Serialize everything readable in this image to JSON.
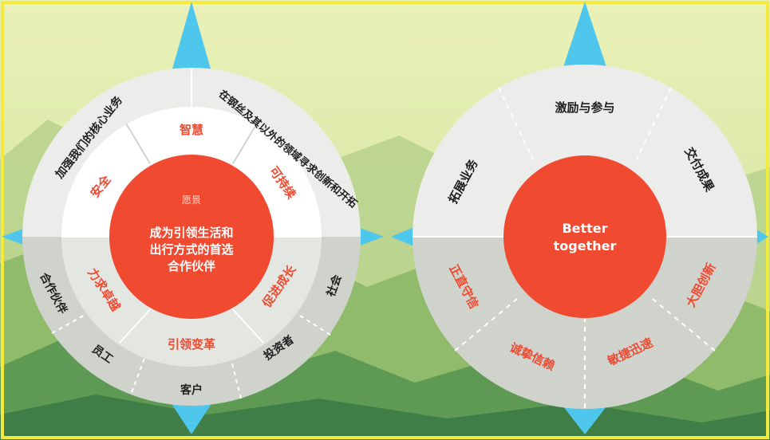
{
  "colors": {
    "accent": "#f04a31",
    "compass": "#4fc7ec",
    "frame": "#f3ea3c",
    "ring_light": "#ececea",
    "ring_white": "#ffffff",
    "ring_gray": "#cfd3cc",
    "ring_mid": "#e3e6e1",
    "text_dark": "#1f1f1f"
  },
  "left_wheel": {
    "center_label": "愿景",
    "center_line1": "成为引领生活和",
    "center_line2": "出行方式的首选",
    "center_line3": "合作伙伴",
    "inner_top": [
      "安全",
      "智慧",
      "可持续"
    ],
    "inner_bottom": [
      "力求卓越",
      "引领变革",
      "促进成长"
    ],
    "outer_top_left": "加强我们的核心业务",
    "outer_top_right": "在钢丝及其以外的领域寻求创新和开拓",
    "outer_bottom": [
      "合作伙伴",
      "员工",
      "客户",
      "投资者",
      "社会"
    ]
  },
  "right_wheel": {
    "center_line1": "Better",
    "center_line2": "together",
    "top_segments": [
      "拓展业务",
      "激励与参与",
      "交付成果"
    ],
    "bottom_segments": [
      "正直守信",
      "诚挚信赖",
      "敏捷迅速",
      "大胆创新"
    ]
  }
}
